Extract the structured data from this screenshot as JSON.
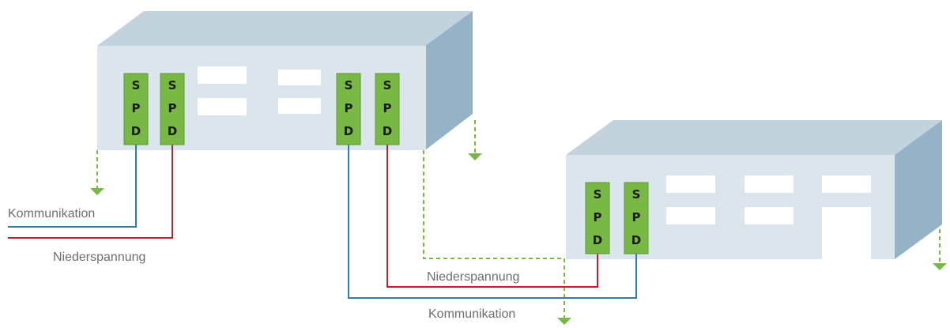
{
  "colors": {
    "building_front": "#dbe5ec",
    "building_top": "#c2d3de",
    "building_side": "#94b3c6",
    "window": "#ffffff",
    "spd_fill": "#78b945",
    "spd_stroke": "#5f9836",
    "communication_line": "#2f7cb0",
    "power_line": "#c0202c",
    "ground_line": "#78b945",
    "label_text": "#6e6e6e"
  },
  "spd": {
    "letters": [
      "S",
      "P",
      "D"
    ]
  },
  "labels": {
    "left_communication": "Kommunikation",
    "left_low_voltage": "Niederspannung",
    "bottom_low_voltage": "Niederspannung",
    "bottom_communication": "Kommunikation"
  },
  "icons": [
    "ground-arrow-icon"
  ]
}
